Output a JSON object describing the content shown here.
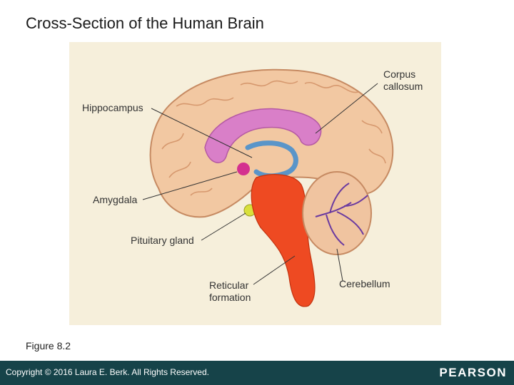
{
  "slide": {
    "title": "Cross-Section of the Human Brain",
    "caption": "Figure 8.2"
  },
  "diagram": {
    "labels": {
      "corpus_callosum_line1": "Corpus",
      "corpus_callosum_line2": "callosum",
      "hippocampus": "Hippocampus",
      "amygdala": "Amygdala",
      "pituitary_gland": "Pituitary gland",
      "reticular_formation_line1": "Reticular",
      "reticular_formation_line2": "formation",
      "cerebellum": "Cerebellum"
    },
    "colors": {
      "background": "#f6efdb",
      "cortex": "#f2c8a2",
      "cortex_outline": "#c68a62",
      "corpus_callosum": "#d97fc8",
      "hippocampus": "#5a95c9",
      "amygdala": "#d4308f",
      "pituitary": "#d9e03c",
      "brainstem": "#ee4a22",
      "cerebellum": "#f0c4a0",
      "arbor": "#6a3aa0"
    }
  },
  "footer": {
    "copyright": "Copyright © 2016 Laura E. Berk. All Rights Reserved.",
    "brand": "PEARSON"
  }
}
